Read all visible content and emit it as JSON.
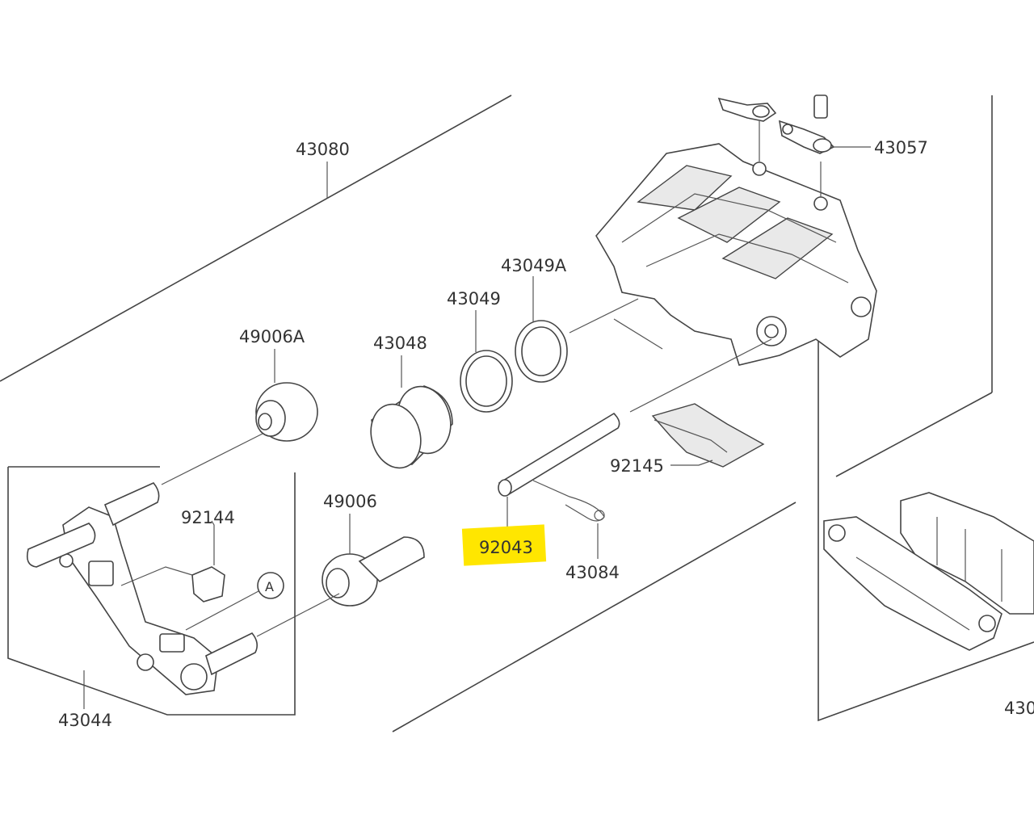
{
  "labels": {
    "caliper_assy": "43080",
    "bleeder_plate": "43057",
    "piston_seal_a": "43049A",
    "piston_seal": "43049",
    "piston": "43048",
    "boot_a": "49006A",
    "pad_spring": "92145",
    "pin": "92043",
    "clip": "43084",
    "bracket": "43044",
    "spring": "92144",
    "boot": "49006",
    "pad": "430",
    "ref_marker": "A"
  },
  "colors": {
    "highlight": "#ffe600",
    "line": "#444444",
    "text": "#333333"
  }
}
